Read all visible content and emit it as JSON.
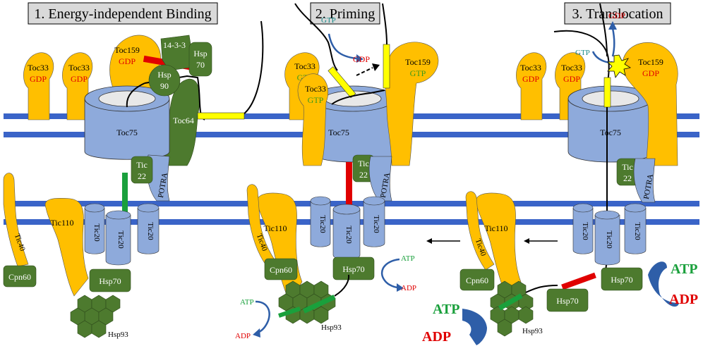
{
  "panels": [
    {
      "title": "1. Energy-independent Binding"
    },
    {
      "title": "2. Priming"
    },
    {
      "title": "3. Translocation"
    }
  ],
  "proteins": {
    "toc33": "Toc33",
    "toc159": "Toc159",
    "toc75": "Toc75",
    "toc64": "Toc64",
    "p14_3_3": "14-3-3",
    "hsp": "Hsp",
    "n70": "70",
    "n90": "90",
    "tic": "Tic",
    "n22": "22",
    "tic20": "Tic20",
    "potra": "POTRA",
    "tic110": "Tic110",
    "tic40": "Tic40",
    "cpn60": "Cpn60",
    "hsp70": "Hsp70",
    "hsp93": "Hsp93"
  },
  "nucleotides": {
    "gdp": "GDP",
    "gtp": "GTP",
    "atp": "ATP",
    "adp": "ADP"
  },
  "colors": {
    "membrane": "#3a64c8",
    "toc_receptor": "#ffbf00",
    "channel": "#8eaadb",
    "chaperone": "#4d7a2e",
    "precursor_yellow": "#ffff00",
    "transit_red": "#e00000",
    "transit_green": "#1aa03c",
    "arrow_blue": "#2e5ea8"
  }
}
